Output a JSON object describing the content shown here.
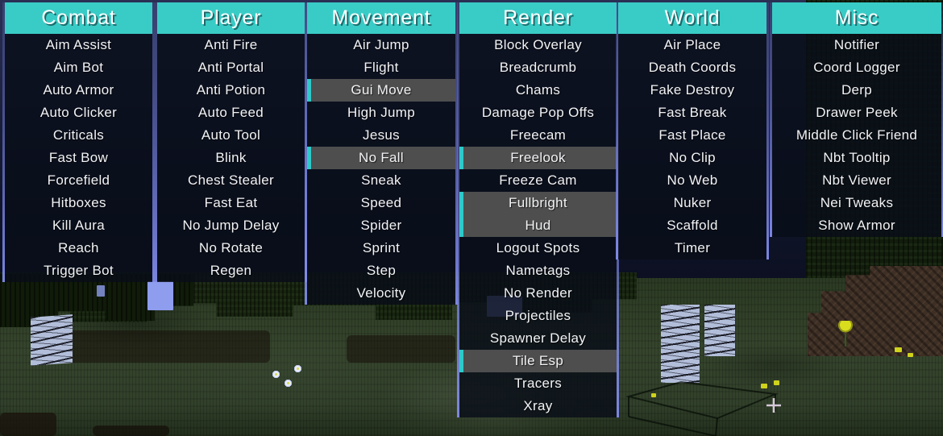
{
  "colors": {
    "header_bg": "#39ccc6",
    "enabled_row_bg": "#4e4e4e",
    "enabled_stripe": "#2fc9c9",
    "panel_border_glow": "#7d88e8",
    "panel_body_bg": "rgba(9,13,24,0.82)",
    "item_text": "#f2f3f5"
  },
  "icons": {
    "crosshair": "+"
  },
  "columns": [
    {
      "title": "Combat",
      "items": [
        {
          "label": "Aim Assist",
          "enabled": false
        },
        {
          "label": "Aim Bot",
          "enabled": false
        },
        {
          "label": "Auto Armor",
          "enabled": false
        },
        {
          "label": "Auto Clicker",
          "enabled": false
        },
        {
          "label": "Criticals",
          "enabled": false
        },
        {
          "label": "Fast Bow",
          "enabled": false
        },
        {
          "label": "Forcefield",
          "enabled": false
        },
        {
          "label": "Hitboxes",
          "enabled": false
        },
        {
          "label": "Kill Aura",
          "enabled": false
        },
        {
          "label": "Reach",
          "enabled": false
        },
        {
          "label": "Trigger Bot",
          "enabled": false
        }
      ]
    },
    {
      "title": "Player",
      "items": [
        {
          "label": "Anti Fire",
          "enabled": false
        },
        {
          "label": "Anti Portal",
          "enabled": false
        },
        {
          "label": "Anti Potion",
          "enabled": false
        },
        {
          "label": "Auto Feed",
          "enabled": false
        },
        {
          "label": "Auto Tool",
          "enabled": false
        },
        {
          "label": "Blink",
          "enabled": false
        },
        {
          "label": "Chest Stealer",
          "enabled": false
        },
        {
          "label": "Fast Eat",
          "enabled": false
        },
        {
          "label": "No Jump Delay",
          "enabled": false
        },
        {
          "label": "No Rotate",
          "enabled": false
        },
        {
          "label": "Regen",
          "enabled": false
        }
      ]
    },
    {
      "title": "Movement",
      "items": [
        {
          "label": "Air Jump",
          "enabled": false
        },
        {
          "label": "Flight",
          "enabled": false
        },
        {
          "label": "Gui Move",
          "enabled": true
        },
        {
          "label": "High Jump",
          "enabled": false
        },
        {
          "label": "Jesus",
          "enabled": false
        },
        {
          "label": "No Fall",
          "enabled": true
        },
        {
          "label": "Sneak",
          "enabled": false
        },
        {
          "label": "Speed",
          "enabled": false
        },
        {
          "label": "Spider",
          "enabled": false
        },
        {
          "label": "Sprint",
          "enabled": false
        },
        {
          "label": "Step",
          "enabled": false
        },
        {
          "label": "Velocity",
          "enabled": false
        }
      ]
    },
    {
      "title": "Render",
      "items": [
        {
          "label": "Block Overlay",
          "enabled": false
        },
        {
          "label": "Breadcrumb",
          "enabled": false
        },
        {
          "label": "Chams",
          "enabled": false
        },
        {
          "label": "Damage Pop Offs",
          "enabled": false
        },
        {
          "label": "Freecam",
          "enabled": false
        },
        {
          "label": "Freelook",
          "enabled": true
        },
        {
          "label": "Freeze Cam",
          "enabled": false
        },
        {
          "label": "Fullbright",
          "enabled": true
        },
        {
          "label": "Hud",
          "enabled": true
        },
        {
          "label": "Logout Spots",
          "enabled": false
        },
        {
          "label": "Nametags",
          "enabled": false
        },
        {
          "label": "No Render",
          "enabled": false
        },
        {
          "label": "Projectiles",
          "enabled": false
        },
        {
          "label": "Spawner Delay",
          "enabled": false
        },
        {
          "label": "Tile Esp",
          "enabled": true
        },
        {
          "label": "Tracers",
          "enabled": false
        },
        {
          "label": "Xray",
          "enabled": false
        }
      ]
    },
    {
      "title": "World",
      "items": [
        {
          "label": "Air Place",
          "enabled": false
        },
        {
          "label": "Death Coords",
          "enabled": false
        },
        {
          "label": "Fake Destroy",
          "enabled": false
        },
        {
          "label": "Fast Break",
          "enabled": false
        },
        {
          "label": "Fast Place",
          "enabled": false
        },
        {
          "label": "No Clip",
          "enabled": false
        },
        {
          "label": "No Web",
          "enabled": false
        },
        {
          "label": "Nuker",
          "enabled": false
        },
        {
          "label": "Scaffold",
          "enabled": false
        },
        {
          "label": "Timer",
          "enabled": false
        }
      ]
    },
    {
      "title": "Misc",
      "items": [
        {
          "label": "Notifier",
          "enabled": false
        },
        {
          "label": "Coord Logger",
          "enabled": false
        },
        {
          "label": "Derp",
          "enabled": false
        },
        {
          "label": "Drawer Peek",
          "enabled": false
        },
        {
          "label": "Middle Click Friend",
          "enabled": false
        },
        {
          "label": "Nbt Tooltip",
          "enabled": false
        },
        {
          "label": "Nbt Viewer",
          "enabled": false
        },
        {
          "label": "Nei Tweaks",
          "enabled": false
        },
        {
          "label": "Show Armor",
          "enabled": false
        }
      ]
    }
  ]
}
